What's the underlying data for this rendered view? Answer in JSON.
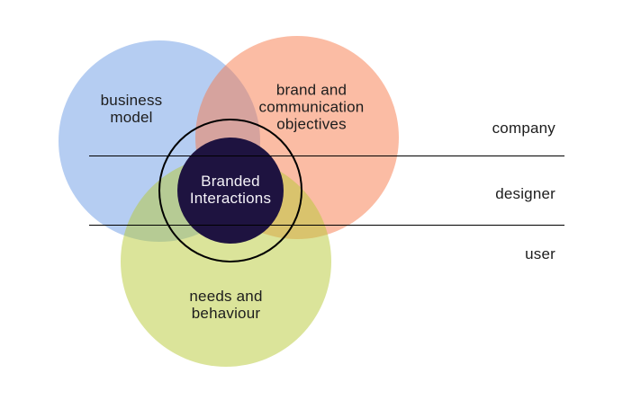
{
  "fill_opacity": 0.5,
  "colors": {
    "blue_circle": "#6b9be5",
    "red_circle": "#f77949",
    "green_circle": "#b7c935",
    "blue_observed": "#b5cdf2",
    "red_observed": "#fbbca4",
    "green_observed": "#dbe49a",
    "center_fill": "#1e1340",
    "ring_stroke": "#000000",
    "separator_line": "#000000",
    "label_text": "#1d1d1d",
    "center_text": "#f4f2f7",
    "background": "#ffffff"
  },
  "venn": {
    "circles": [
      {
        "id": "business-model",
        "label_lines": [
          "business",
          "model"
        ]
      },
      {
        "id": "brand-communication-objectives",
        "label_lines": [
          "brand and",
          "communication",
          "objectives"
        ]
      },
      {
        "id": "needs-behaviour",
        "label_lines": [
          "needs and",
          "behaviour"
        ]
      }
    ],
    "center": {
      "id": "branded-interactions",
      "label_lines": [
        "Branded",
        "Interactions"
      ]
    }
  },
  "stakeholder_rows": [
    {
      "label": "company"
    },
    {
      "label": "designer"
    },
    {
      "label": "user"
    }
  ]
}
